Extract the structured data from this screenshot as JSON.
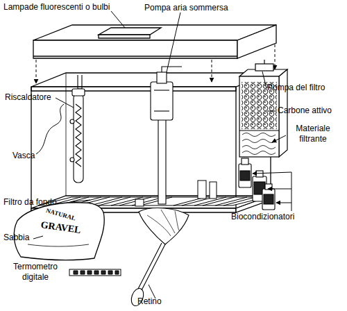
{
  "diagram": {
    "labels": [
      "Lampade fluorescenti o bulbi",
      "Pompa aria sommersa",
      "Pompa del filtro",
      "Riscaldatore",
      "Carbone attivo",
      "Materiale filtrante",
      "Vasca",
      "Filtro da fondo",
      "Biocondizionatori",
      "NATURAL",
      "GRAVEL",
      "Sabbia",
      "Termometro digitale",
      "Retino"
    ]
  }
}
